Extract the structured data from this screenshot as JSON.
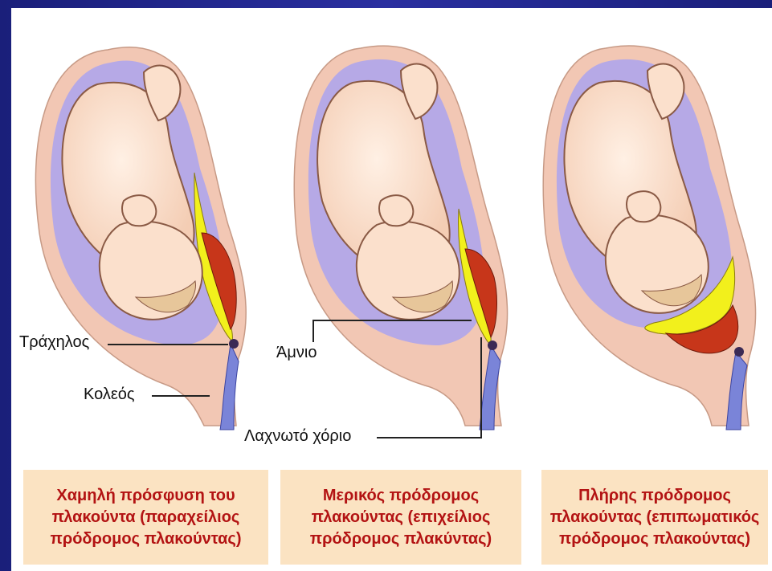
{
  "labels": {
    "cervix": "Τράχηλος",
    "vagina": "Κολεός",
    "amnion": "Άμνιο",
    "chorion": "Λαχνωτό χόριο"
  },
  "captions": [
    {
      "lines": [
        "Χαμηλή πρόσφυση του",
        "πλακούντα (παραχείλιος",
        "πρόδρομος πλακούντας)"
      ]
    },
    {
      "lines": [
        "Μερικός πρόδρομος",
        "πλακούντας (επιχείλιος",
        "πρόδρομος πλακύντας)"
      ]
    },
    {
      "lines": [
        "Πλήρης πρόδρομος",
        "πλακούντας (επιπωματικός",
        "πρόδρομος πλακούντας)"
      ]
    }
  ],
  "colors": {
    "background": "#1a237e",
    "uterus_wall": "#f2c7b4",
    "amniotic_fluid": "#b6a9e6",
    "skin": "#fbe0cc",
    "placenta": "#c7361a",
    "amnion_layer": "#f2f01c",
    "caption_bg": "#fbe3c2",
    "caption_text": "#b31313"
  }
}
